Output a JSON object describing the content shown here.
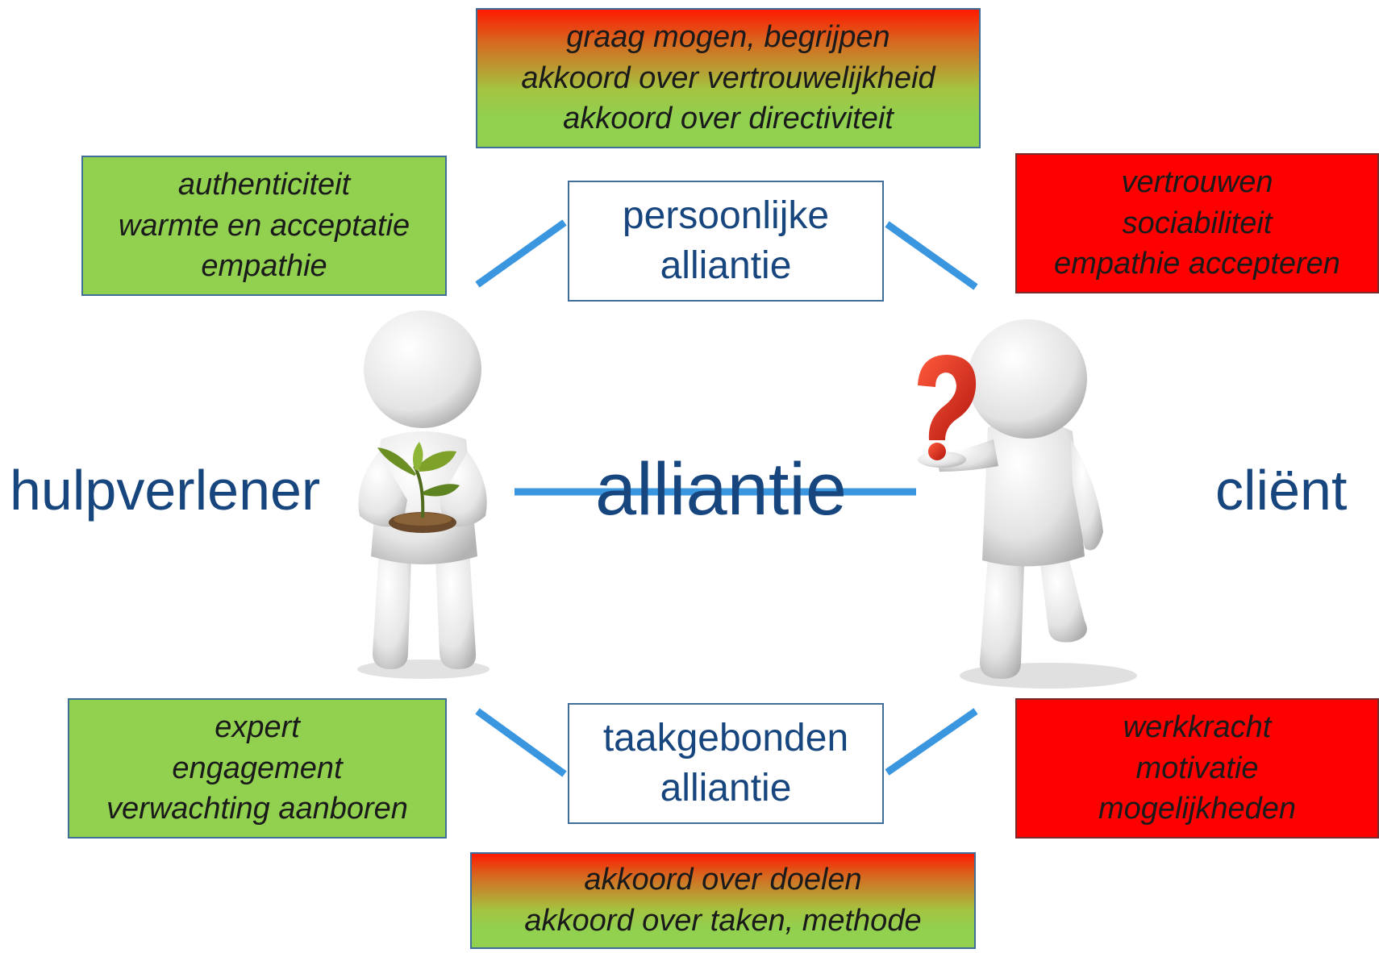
{
  "top_box": {
    "lines": [
      "graag mogen, begrijpen",
      "akkoord over vertrouwelijkheid",
      "akkoord over directiviteit"
    ]
  },
  "bottom_box": {
    "lines": [
      "akkoord over doelen",
      "akkoord over taken, methode"
    ]
  },
  "left_top_box": {
    "lines": [
      "authenticiteit",
      "warmte en acceptatie",
      "empathie"
    ]
  },
  "left_bottom_box": {
    "lines": [
      "expert",
      "engagement",
      "verwachting aanboren"
    ]
  },
  "right_top_box": {
    "lines": [
      "vertrouwen",
      "sociabiliteit",
      "empathie accepteren"
    ]
  },
  "right_bottom_box": {
    "lines": [
      "werkkracht",
      "motivatie",
      "mogelijkheden"
    ]
  },
  "personal_alliance": {
    "lines": [
      "persoonlijke",
      "alliantie"
    ]
  },
  "task_alliance": {
    "lines": [
      "taakgebonden",
      "alliantie"
    ]
  },
  "labels": {
    "helper": "hulpverlener",
    "client": "cliënt",
    "center": "alliantie"
  },
  "colors": {
    "green": "#92d050",
    "red": "#ff0000",
    "connector": "#3b96e0",
    "text_blue": "#17457d"
  },
  "figures": {
    "left": "figure-holding-plant",
    "right": "figure-holding-question-mark"
  }
}
